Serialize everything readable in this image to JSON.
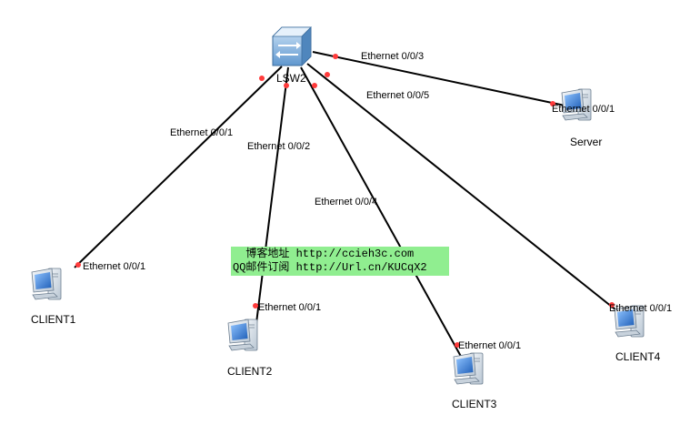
{
  "colors": {
    "link": "#000000",
    "port_dot": "#ff3b3b",
    "watermark_bg": "#90ee90",
    "switch_body": "#7fb2e0",
    "pc_monitor": "#dfe8f0",
    "pc_screen": "#3a7bd5"
  },
  "nodes": {
    "switch": {
      "name": "LSW2",
      "icon": "switch-icon"
    },
    "server": {
      "name": "Server",
      "icon": "pc-icon"
    },
    "client1": {
      "name": "CLIENT1",
      "icon": "pc-icon"
    },
    "client2": {
      "name": "CLIENT2",
      "icon": "pc-icon"
    },
    "client3": {
      "name": "CLIENT3",
      "icon": "pc-icon"
    },
    "client4": {
      "name": "CLIENT4",
      "icon": "pc-icon"
    }
  },
  "ports": {
    "sw_to_client1": "Ethernet 0/0/1",
    "sw_to_client2": "Ethernet 0/0/2",
    "sw_to_server": "Ethernet 0/0/3",
    "sw_to_client3": "Ethernet 0/0/4",
    "sw_to_client4": "Ethernet 0/0/5",
    "server_port": "Ethernet 0/0/1",
    "client1_port": "Ethernet 0/0/1",
    "client2_port": "Ethernet 0/0/1",
    "client3_port": "Ethernet 0/0/1",
    "client4_port": "Ethernet 0/0/1"
  },
  "watermark": {
    "line1": "  博客地址 http://ccieh3c.com",
    "line2": "QQ邮件订阅 http://Url.cn/KUCqX2"
  }
}
